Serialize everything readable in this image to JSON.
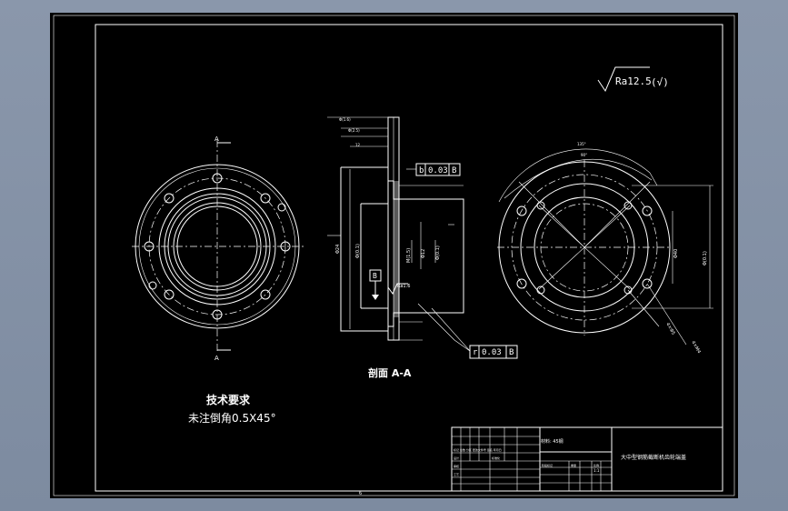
{
  "roughness": {
    "label": "Ra12.5",
    "suffix": "(√)"
  },
  "section_label": "剖面 A-A",
  "tech": {
    "title": "技术要求",
    "note": "未注倒角0.5X45°"
  },
  "tolerance": {
    "top": {
      "symbol": "b",
      "value": "0.03",
      "datum": "B"
    },
    "bottom": {
      "symbol": "r",
      "value": "0.03",
      "datum": "B"
    },
    "datum_box": "B",
    "ra": "Ra1.6"
  },
  "marks": {
    "a_top": "A",
    "a_bottom": "A",
    "sheet_num": "6"
  },
  "title_block": {
    "material": "材料: 45钢",
    "part_name": "大中型钢筋截断机齿轮端盖",
    "scale": "1:1"
  }
}
